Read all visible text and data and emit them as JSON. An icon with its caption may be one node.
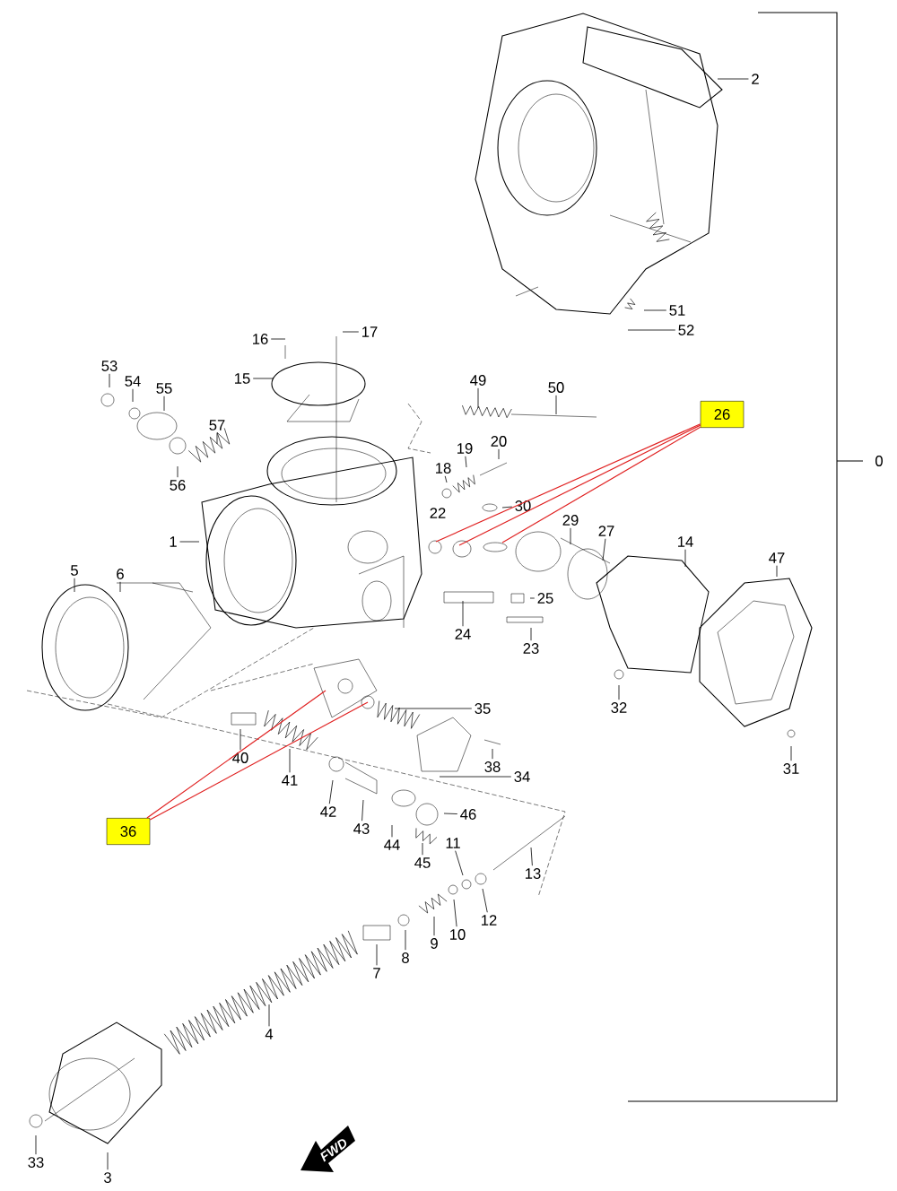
{
  "diagram": {
    "nodes": [
      {
        "text": [
          "2"
        ]
      },
      {
        "text": [
          "51"
        ]
      },
      {
        "text": [
          "52"
        ]
      },
      {
        "text": [
          "17"
        ]
      },
      {
        "text": [
          "16"
        ]
      },
      {
        "text": [
          "53"
        ]
      },
      {
        "text": [
          "54"
        ]
      },
      {
        "text": [
          "55"
        ]
      },
      {
        "text": [
          "15"
        ]
      },
      {
        "text": [
          "49"
        ]
      },
      {
        "text": [
          "50"
        ]
      },
      {
        "text": [
          "26"
        ]
      },
      {
        "text": [
          "57"
        ]
      },
      {
        "text": [
          "20"
        ]
      },
      {
        "text": [
          "19"
        ]
      },
      {
        "text": [
          "18"
        ]
      },
      {
        "text": [
          "0"
        ]
      },
      {
        "text": [
          "56"
        ]
      },
      {
        "text": [
          "30"
        ]
      },
      {
        "text": [
          "29"
        ]
      },
      {
        "text": [
          "27"
        ]
      },
      {
        "text": [
          "1"
        ]
      },
      {
        "text": [
          "14"
        ]
      },
      {
        "text": [
          "5"
        ]
      },
      {
        "text": [
          "6"
        ]
      },
      {
        "text": [
          "47"
        ]
      },
      {
        "text": [
          "25"
        ]
      },
      {
        "text": [
          "24"
        ]
      },
      {
        "text": [
          "23"
        ]
      },
      {
        "text": [
          "32"
        ]
      },
      {
        "text": [
          "35"
        ]
      },
      {
        "text": [
          "40"
        ]
      },
      {
        "text": [
          "41"
        ]
      },
      {
        "text": [
          "38"
        ]
      },
      {
        "text": [
          "34"
        ]
      },
      {
        "text": [
          "31"
        ]
      },
      {
        "text": [
          "42"
        ]
      },
      {
        "text": [
          "43"
        ]
      },
      {
        "text": [
          "44"
        ]
      },
      {
        "text": [
          "46"
        ]
      },
      {
        "text": [
          "36"
        ]
      },
      {
        "text": [
          "45"
        ]
      },
      {
        "text": [
          "11"
        ]
      },
      {
        "text": [
          "13"
        ]
      },
      {
        "text": [
          "12"
        ]
      },
      {
        "text": [
          "10"
        ]
      },
      {
        "text": [
          "9"
        ]
      },
      {
        "text": [
          "8"
        ]
      },
      {
        "text": [
          "7"
        ]
      },
      {
        "text": [
          "4"
        ]
      },
      {
        "text": [
          "33"
        ]
      },
      {
        "text": [
          "3"
        ]
      }
    ],
    "edges": [
      {
        "from": 0,
        "to": null,
        "arrow": "none"
      },
      {
        "from": 1,
        "to": null,
        "arrow": "none"
      },
      {
        "from": 2,
        "to": null,
        "arrow": "none"
      },
      {
        "from": 3,
        "to": null,
        "arrow": "none"
      },
      {
        "from": 4,
        "to": null,
        "arrow": "none"
      },
      {
        "from": 5,
        "to": null,
        "arrow": "none"
      },
      {
        "from": 6,
        "to": null,
        "arrow": "none"
      },
      {
        "from": 7,
        "to": null,
        "arrow": "none"
      },
      {
        "from": 8,
        "to": null,
        "arrow": "none"
      },
      {
        "from": 9,
        "to": null,
        "arrow": "none"
      },
      {
        "from": 10,
        "to": null,
        "arrow": "none"
      },
      {
        "from": 11,
        "to": null,
        "arrow": "none",
        "color": "#e02020"
      },
      {
        "from": 11,
        "to": null,
        "arrow": "none",
        "color": "#e02020"
      },
      {
        "from": 11,
        "to": null,
        "arrow": "none",
        "color": "#e02020"
      },
      {
        "from": 12,
        "to": null,
        "arrow": "none"
      },
      {
        "from": 13,
        "to": null,
        "arrow": "none"
      },
      {
        "from": 14,
        "to": null,
        "arrow": "none"
      },
      {
        "from": 15,
        "to": null,
        "arrow": "none"
      },
      {
        "from": 17,
        "to": null,
        "arrow": "none"
      },
      {
        "from": 18,
        "to": null,
        "arrow": "none"
      },
      {
        "from": 19,
        "to": null,
        "arrow": "none"
      },
      {
        "from": 20,
        "to": null,
        "arrow": "none"
      },
      {
        "from": 21,
        "to": null,
        "arrow": "none"
      },
      {
        "from": 22,
        "to": null,
        "arrow": "none"
      },
      {
        "from": 23,
        "to": null,
        "arrow": "none"
      },
      {
        "from": 24,
        "to": null,
        "arrow": "none"
      },
      {
        "from": 25,
        "to": null,
        "arrow": "none"
      },
      {
        "from": 26,
        "to": null,
        "arrow": "none"
      },
      {
        "from": 27,
        "to": null,
        "arrow": "none"
      },
      {
        "from": 28,
        "to": null,
        "arrow": "none"
      },
      {
        "from": 29,
        "to": null,
        "arrow": "none"
      },
      {
        "from": 30,
        "to": null,
        "arrow": "none"
      },
      {
        "from": 31,
        "to": null,
        "arrow": "none"
      },
      {
        "from": 32,
        "to": null,
        "arrow": "none"
      },
      {
        "from": 33,
        "to": null,
        "arrow": "none"
      },
      {
        "from": 34,
        "to": null,
        "arrow": "none"
      },
      {
        "from": 35,
        "to": null,
        "arrow": "none"
      },
      {
        "from": 36,
        "to": null,
        "arrow": "none"
      },
      {
        "from": 37,
        "to": null,
        "arrow": "none"
      },
      {
        "from": 38,
        "to": null,
        "arrow": "none"
      },
      {
        "from": 39,
        "to": null,
        "arrow": "none"
      },
      {
        "from": 40,
        "to": null,
        "arrow": "none",
        "color": "#e02020"
      },
      {
        "from": 40,
        "to": null,
        "arrow": "none",
        "color": "#e02020"
      },
      {
        "from": 41,
        "to": null,
        "arrow": "none"
      },
      {
        "from": 42,
        "to": null,
        "arrow": "none"
      },
      {
        "from": 43,
        "to": null,
        "arrow": "none"
      },
      {
        "from": 44,
        "to": null,
        "arrow": "none"
      },
      {
        "from": 45,
        "to": null,
        "arrow": "none"
      },
      {
        "from": 46,
        "to": null,
        "arrow": "none"
      },
      {
        "from": 47,
        "to": null,
        "arrow": "none"
      },
      {
        "from": 48,
        "to": null,
        "arrow": "none"
      },
      {
        "from": 49,
        "to": null,
        "arrow": "none"
      },
      {
        "from": 50,
        "to": null,
        "arrow": "none"
      },
      {
        "from": 51,
        "to": null,
        "arrow": "none"
      }
    ],
    "labels": [
      "22",
      "FWD"
    ]
  }
}
